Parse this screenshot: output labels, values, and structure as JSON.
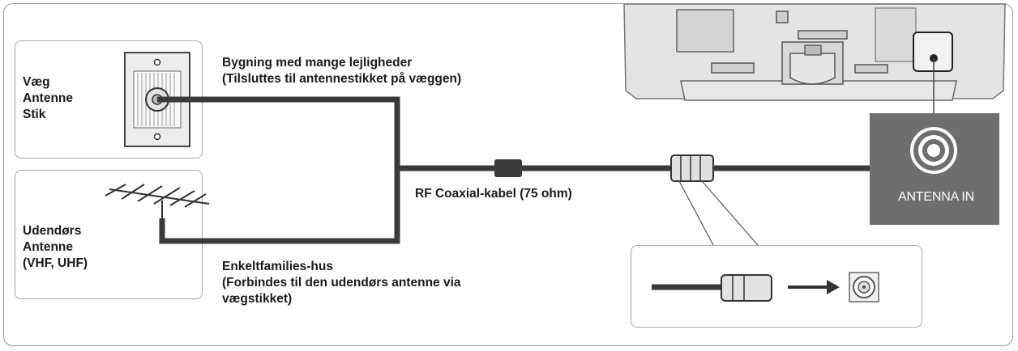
{
  "wall_jack_box": {
    "lines": [
      "Væg",
      "Antenne",
      "Stik"
    ]
  },
  "outdoor_antenna_box": {
    "lines": [
      "Udendørs",
      "Antenne",
      "(VHF, UHF)"
    ]
  },
  "apartment_label": {
    "lines": [
      "Bygning med mange lejligheder",
      "(Tilsluttes til antennestikket på væggen)"
    ]
  },
  "house_label": {
    "lines": [
      "Enkeltfamilies-hus",
      "(Forbindes til den udendørs antenne via",
      "vægstikket)"
    ]
  },
  "cable_label": "RF Coaxial-kabel (75 ohm)",
  "tv_panel": {
    "port_label": "ANTENNA IN"
  },
  "colors": {
    "cable": "#3a3a3a",
    "panel": "#6e6e6e",
    "tv_body": "#e2e2e2",
    "box_border": "#a8a8a8"
  }
}
